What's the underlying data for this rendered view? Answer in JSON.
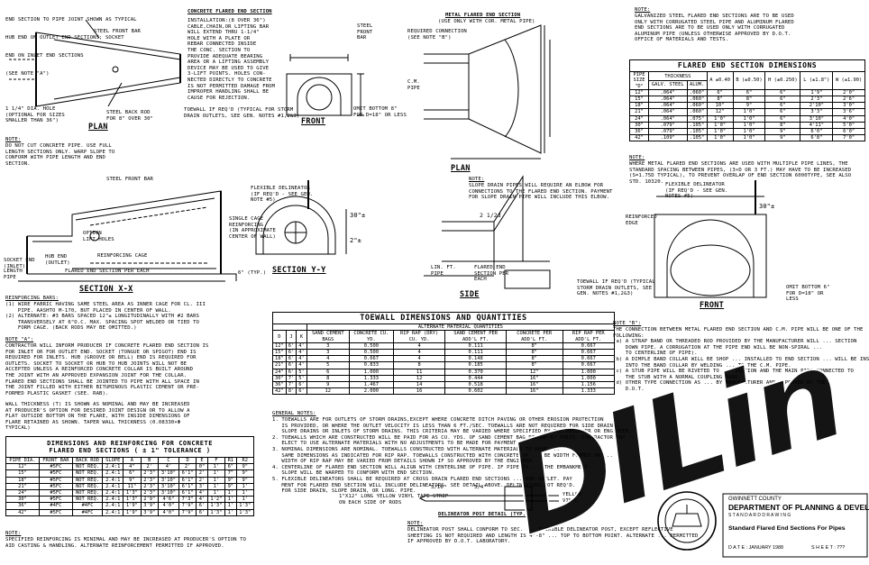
{
  "plan_left": {
    "notes": [
      "END SECTION TO PIPE JOINT SHOWN AS TYPICAL",
      "HUB END ON OUTLET END SECTIONS; SOCKET",
      "END ON INLET END SECTIONS",
      "(SEE NOTE \"A\")"
    ],
    "steel_front_bar": "STEEL FRONT BAR",
    "dia_hole": "1 1/4\" DIA. HOLE\n(OPTIONAL FOR SIZES\nSMALLER THAN 36\")",
    "steel_back_rod": "STEEL BACK ROD\nFOR 8\" OVER 30\"",
    "label": "PLAN",
    "note_heading": "NOTE:",
    "note_body": "DO NOT CUT CONCRETE PIPE. USE FULL\nLENGTH SECTIONS ONLY. WARP SLOPE TO\nCONFORM WITH PIPE LENGTH AND END\nSECTION."
  },
  "concrete_end_section": {
    "title": "CONCRETE FLARED END SECTION",
    "body": "INSTALLATION:(8 OVER 36\")\nCABLE,CHAIN,OR LIFTING BAR\nWILL EXTEND THRU 1-1/4\"\nHOLE WITH A PLATE OR\nREBAR CONNECTED INSIDE\nTHE CONC. SECTION TO\nPROVIDE ADEQUATE BEARING\nAREA OR A LIFTING ASSEMBLY\nDEVICE MAY BE USED TO GIVE\n3-LIFT POINTS. HOLES CON-\nNECTED DIRECTLY TO CONCRETE\nIS NOT PERMITTED DAMAGE FROM\nIMPROPER HANDLING SHALL BE\nCAUSE FOR REJECTION.",
    "toewall": "TOEWALL IF REQ'D (TYPICAL FOR STORM\nDRAIN OUTLETS, SEE GEN. NOTES #1,2&3)"
  },
  "front_left": {
    "label": "FRONT",
    "steel_bar": "STEEL\nFRONT\nBAR",
    "omit_bottom": "OMIT BOTTOM 8\"\nFOR D=18\" OR LESS"
  },
  "section_xx": {
    "label": "SECTION X-X",
    "steel_front_bar": "STEEL FRONT BAR",
    "option_lift": "OPTION\nLIFT HOLES",
    "reinforcing": "REINFORCING CAGE",
    "socket_end": "SOCKET END\n(INLET)",
    "hub_end": "HUB END\n(OUTLET)",
    "flared": "FLARED END SECTION PER EACH",
    "length": "LENGTH\nPIPE",
    "slope": "6\" (TYP.)"
  },
  "section_yy": {
    "label": "SECTION Y-Y",
    "delineator": "FLEXIBLE DELINEATOR\n(IF REQ'D - SEE GEN.\nNOTE #5)",
    "single_cage": "SINGLE CAGE\nREINFORCING\n(IN APPROXIMATE\nCENTER OF WALL)",
    "dim1": "30\"±",
    "dim2": "2\"±"
  },
  "reinforcing_bars": {
    "title": "REINFORCING BARS:",
    "body": "(1) WIRE FABRIC HAVING SAME STEEL AREA AS INNER CAGE FOR CL. III\n    PIPE. AASHTO M-170, BUT PLACED IN CENTER OF WALL.\n(2) ALTERNATE: #3 BARS SPACED 12\"± LONGITUDINALLY WITH #2 BARS\n    TRANSVERSELY AT 6\"O.C. MAX. SPACING SPOT WELDED OR TIED TO\n    FORM CAGE. (BACK RODS MAY BE OMITTED.)"
  },
  "note_a": {
    "title": "NOTE \"A\":",
    "body": "CONTRACTOR WILL INFORM PRODUCER IF CONCRETE FLARED END SECTION IS\nFOR INLET OR FOR OUTLET END. SOCKET (TONGUE OR SPIGOT) END IS\nREQUIRED FOR INLETS. HUB (GROOVE OR BELL) END IS REQUIRED FOR\nOUTLETS. SOCKET TO SOCKET OR HUB TO HUB JOINTS WILL NOT BE\nACCEPTED UNLESS A REINFORCED CONCRETE COLLAR IS BUILT AROUND\nTHE JOINT WITH AN APPROVED EXPANSION JOINT FOR THE COLLAR.\nFLARED END SECTIONS SHALL BE JOINTED TO PIPE WITH ALL SPACE IN\nTHE JOINT FILLED WITH EITHER BITUMINOUS PLASTIC CEMENT OR PRE-\nFORMED PLASTIC GASKET (SEE. RAB)."
  },
  "wall_thickness": {
    "body": "WALL THICKNESS (T) IS SHOWN AS NOMINAL AND MAY BE INCREASED\nAT PRODUCER'S OPTION FOR DESIRED JOINT DESIGN OR TO ALLOW A\nFLAT OUTSIDE BOTTOM ON THE FLARE, WITH INSIDE DIMENSIONS OF\nFLARE RETAINED AS SHOWN. TAPER WALL THICKNESS (0.08330×Φ\nTYPICAL)"
  },
  "dim_table": {
    "title": "DIMENSIONS AND REINFORCING FOR CONCRETE",
    "title2": "FLARED END SECTIONS  ( ± 1\" TOLERANCE )",
    "headers": [
      "PIPE DIA.",
      "FRONT BAR",
      "BACK ROD",
      "SLOPE",
      "A",
      "B",
      "C",
      "D",
      "E",
      "F",
      "R1",
      "R2"
    ],
    "rows": [
      [
        "12\"",
        "#5FC",
        "NOT REQ.",
        "2.4:1",
        "4\"",
        "2'",
        "4'",
        "2'",
        "0\"",
        "1'",
        "6\"",
        "9\""
      ],
      [
        "15\"",
        "#5FC",
        "NOT REQ.",
        "2.4:1",
        "6\"",
        "2'3\"",
        "3'10\"",
        "6'1\"",
        "2'",
        "1'",
        "7\"",
        "9\""
      ],
      [
        "18\"",
        "#5FC",
        "NOT REQ.",
        "2.4:1",
        "9\"",
        "2'3\"",
        "3'10\"",
        "6'1\"",
        "2'",
        "1'",
        "9\"",
        "9\""
      ],
      [
        "21\"",
        "#5FC",
        "NOT REQ.",
        "2.4:1",
        "11\"",
        "2'3\"",
        "3'10\"",
        "6'1\"",
        "3'",
        "1'",
        "9\"",
        "1'"
      ],
      [
        "24\"",
        "#5FC",
        "NOT REQ.",
        "2.4:1",
        "1'3\"",
        "2'3\"",
        "3'10\"",
        "6'1\"",
        "4'",
        "1'",
        "1'",
        "1'"
      ],
      [
        "30\"",
        "#5FC",
        "NOT REQ.",
        "2.4:1",
        "1'3\"",
        "2'9\"",
        "4'6\"",
        "7'3\"",
        "4'",
        "1'2\"",
        "1'",
        "1'"
      ],
      [
        "36\"",
        "#4FC",
        "#4FC",
        "2.4:1",
        "1'9\"",
        "3'9\"",
        "4'0\"",
        "7'9\"",
        "6'",
        "1'3\"",
        "1'",
        "1'3\""
      ],
      [
        "42\"",
        "#5FC",
        "#4FC",
        "2.4:1",
        "1'9\"",
        "3'9\"",
        "4'0\"",
        "7'9\"",
        "6'",
        "1'3\"",
        "1'",
        "1'3\""
      ]
    ],
    "note_heading": "NOTE:",
    "note_body": "SPECIFIED REINFORCING IS MINIMAL AND MAY BE INCREASED AT PRODUCER'S OPTION TO\nAID CASTING & HANDLING. ALTERNATE REINFORCEMENT PERMITTED IF APPROVED."
  },
  "metal_end_section": {
    "title": "METAL FLARED END SECTION",
    "subtitle": "(USE ONLY WITH COR. METAL PIPE)",
    "required_connection": "REQUIRED CONNECTION\n(SEE NOTE \"B\")",
    "cm_pipe": "C.M.\nPIPE",
    "plan_label": "PLAN"
  },
  "galv_note": {
    "heading": "NOTE:",
    "body": "GALVANIZED STEEL FLARED END SECTIONS ARE TO BE USED\nONLY WITH CORRUGATED STEEL PIPE AND ALUMINUM FLARED\nEND SECTIONS ARE TO BE USED ONLY WITH CORRUGATED\nALUMINUM PIPE (UNLESS OTHERWISE APPROVED BY D.O.T.\nOFFICE OF MATERIALS AND TESTS."
  },
  "flared_table": {
    "title": "FLARED END SECTION DIMENSIONS",
    "headers": [
      "PIPE SIZE \"D\"",
      "GALV. STEEL",
      "ALUM.",
      "A ±0.40",
      "B (±0.50)",
      "H (±0.250)",
      "L (±1.8\")",
      "W (±1.90)"
    ],
    "thickness": "THICKNESS",
    "rows": [
      [
        "12\"",
        ".064\"",
        ".060\"",
        "6\"",
        "6\"",
        "6\"",
        "1'9\"",
        "2'0\""
      ],
      [
        "15\"",
        ".064\"",
        ".060\"",
        "8\"",
        "8\"",
        "6\"",
        "2'3\"",
        "2'6\""
      ],
      [
        "18\"",
        ".064\"",
        ".060\"",
        "10\"",
        "9\"",
        "6\"",
        "2'10\"",
        "3'0\""
      ],
      [
        "21\"",
        ".064\"",
        ".060\"",
        "12\"",
        "1'0\"",
        "6\"",
        "3'3\"",
        "3'6\""
      ],
      [
        "24\"",
        ".064\"",
        ".075\"",
        "1'0\"",
        "1'0\"",
        "6\"",
        "3'10\"",
        "4'0\""
      ],
      [
        "30\"",
        ".079\"",
        ".105\"",
        "1'0\"",
        "1'0\"",
        "8\"",
        "4'11\"",
        "5'0\""
      ],
      [
        "36\"",
        ".079\"",
        ".105\"",
        "1'0\"",
        "1'0\"",
        "9\"",
        "6'0\"",
        "6'0\""
      ],
      [
        "42\"",
        ".109\"",
        ".105\"",
        "1'0\"",
        "1'0\"",
        "9\"",
        "6'8\"",
        "7'0\""
      ]
    ],
    "note_heading": "NOTE:",
    "note_body": "WHERE METAL FLARED END SECTIONS ARE USED WITH MULTIPLE PIPE LINES, THE\nSTANDARD SPACING BETWEEN PIPES, (3×D OR 3 FT.) MAY HAVE TO BE INCREASED\n(S=1.75D TYPICAL), TO PREVENT OVERLAP OF END SECTION 6000TYPE, SEE ALSO\nSTD. 10320."
  },
  "side_view": {
    "note_heading": "NOTE:",
    "note_body": "SLOPE DRAIN PIPES WILL REQUIRE AN ELBOW FOR\nCONNECTIONS TO THE FLARED END SECTION. PAYMENT\nFOR SLOPE DRAIN PIPE WILL INCLUDE THIS ELBOW.",
    "label": "SIDE",
    "lin_ft": "LIN. FT.\nPIPE",
    "flared_section": "FLARED END\nSECTION PER\nEACH",
    "toewall": "TOEWALL IF REQ'D (TYPICAL\nSTORM DRAIN OUTLETS, SEE\nGEN. NOTES #1,2&3)",
    "slope": "2 1/2d"
  },
  "front_right": {
    "label": "FRONT",
    "delineator": "FLEXIBLE DELINEATOR\n(IF REQ'D - SEE GEN.\nNOTES #5)",
    "reinforced_edge": "REINFORCED\nEDGE",
    "omit_bottom": "OMIT BOTTOM 6\"\nFOR D=18\" OR\nLESS",
    "dim": "30\"±"
  },
  "toewall_table": {
    "title": "TOEWALL DIMENSIONS AND QUANTITIES",
    "alt_heading": "ALTERNATE MATERIAL QUANTITIES",
    "headers": [
      "D",
      "J",
      "K",
      "SAND CEMENT BAGS",
      "CONCRETE CU. YD.",
      "RIP RAP (DRY) CU. YD.",
      "SAND CEMENT PER ADD'L FT.",
      "CONCRETE PER ADD'L FT.",
      "RIP RAP PER ADD'L FT."
    ],
    "rows": [
      [
        "12\"",
        "6'",
        "4'",
        "3",
        "0.500",
        "4",
        "0.111",
        "8\"",
        "0.667"
      ],
      [
        "15\"",
        "6'",
        "4'",
        "3",
        "0.500",
        "4",
        "0.111",
        "8\"",
        "0.667"
      ],
      [
        "18\"",
        "6'",
        "4'",
        "4",
        "0.667",
        "4",
        "0.148",
        "8\"",
        "0.667"
      ],
      [
        "21\"",
        "6'",
        "4'",
        "5",
        "0.833",
        "8",
        "0.185",
        "8\"",
        "0.667"
      ],
      [
        "24\"",
        "6'",
        "5'",
        "6",
        "1.000",
        "11",
        "0.370",
        "12\"",
        "1.000"
      ],
      [
        "30\"",
        "7'",
        "5'",
        "8",
        "1.333",
        "12",
        "0.444",
        "16\"",
        "1.000"
      ],
      [
        "36\"",
        "7'",
        "6'",
        "9",
        "1.467",
        "14",
        "0.518",
        "16\"",
        "1.156"
      ],
      [
        "42\"",
        "8'",
        "6'",
        "12",
        "2.000",
        "16",
        "0.602",
        "16\"",
        "1.333"
      ]
    ]
  },
  "note_b": {
    "title": "NOTE \"B\":",
    "body": "THE CONNECTION BETWEEN METAL FLARED END SECTION AND C.M. PIPE WILL BE ONE OF THE\nFOLLOWING:\n(a) A STRAP BAND OR THREADED ROD PROVIDED BY THE MANUFACTURER WILL ... SECTION\n    DOWN PIPE. A CORRUGATION AT THE PIPE END WILL BE NON-SPIRAL ...\n    TO CENTERLINE OF PIPE).\n(b) A DIMPLE BAND COLLAR WILL BE SHOP ... INSTALLED TO END SECTION ... WILL BE INSTALLED\n    INTO THE BAND COLLAR BY WELDING ... TO THE C.M. PIPE.\n(c) A STUB PIPE WILL BE RIVETED TO ... SECTION AND THE MAIN PIPE CONNECTED TO\n    THE STUB WITH A NORMAL COUPLING BAND.\n(d) OTHER TYPE CONNECTION AS ... BY MANUFACTURER AND APPROVED BY THE\n    D.O.T."
  },
  "general_notes": {
    "title": "GENERAL NOTES:",
    "body": "1. TOEWALLS ARE FOR OUTLETS OF STORM DRAINS,EXCEPT WHERE CONCRETE DITCH PAVING OR OTHER EROSION PROTECTION\n   IS PROVIDED, OR WHERE THE OUTLET VELOCITY IS LESS THAN 6 FT./SEC. TOEWALLS ARE NOT REQUIRED FOR SIDE DRAINS,\n   SLOPE DRAINS OR INLETS OF STORM DRAINS. THIS CRITERIA MAY BE VARIED WHERE SPECIFIED BY THE DESIGNER OR ENGINEER.\n2. TOEWALLS WHICH ARE CONSTRUCTED WILL BE PAID FOR AS CU. YDS. OF SAND CEMENT BAG RIPRAP 6\" THICK. CONTRACTOR MAY\n   ELECT TO USE ALTERNATE MATERIALS WITH NO ADJUSTMENTS TO BE MADE FOR PAYMENT.\n3. NOMINAL DIMENSIONS ARE NOMINAL. TOEWALLS CONSTRUCTED WITH ALTERNATE MATERIALS TO HAVE ...\n   SAME DIMENSIONS AS INDICATED FOR RIP RAP. TOEWALLS CONSTRUCTED WITH CONCRETE OR ... BE WIDTH FORMED OR ...\n   WIDTH OF RIP RAP MAY BE VARIED FROM DETAILS SHOWN IF SO APPROVED BY THE ENGINEER.\n4. CENTERLINE OF FLARED END SECTION WILL ALIGN WITH CENTERLINE OF PIPE. IF PIPE IS ... THE EMBANKMENT\n   SLOPE WILL BE WARPED TO CONFORM WITH END SECTION.\n5. FLEXIBLE DELINEATORS SHALL BE REQUIRED AT CROSS DRAIN FLARED END SECTIONS ... AND OUTLET. PAY\n   MENT FOR FLARED END SECTION WILL INCLUDE DELINEATORS. SEE DETAIL ABOVE. DELINEATORS NOT REQ'D.\n   FOR SIDE DRAIN, SLOPE DRAIN, OR LONG. PIPE."
  },
  "delineator_detail": {
    "tape": "1\"X12\" LONG YELLOW VINYL TAPE STRIP\nON EACH SIDE OF RODS",
    "yellow_vinyl": "YELLOW\nVINYL",
    "label": "DELINEATOR POST DETAIL (TYP.)",
    "dim1": "3/16\"",
    "dim2": "3/4\"",
    "note_heading": "NOTE:",
    "note_body": "DELINEATOR POST SHALL CONFORM TO SEC. ... FLEXIBLE DELINEATOR POST, EXCEPT REFLECTIVE\nSHEETING IS NOT REQUIRED AND LENGTH IS 4'-8\" ... TOP TO BOTTOM POINT. ALTERNATE ... PERMITTED\nIF APPROVED BY D.O.T. LABORATORY."
  },
  "title_block": {
    "county": "GWINNETT COUNTY",
    "dept": "DEPARTMENT OF PLANNING & DEVELOPMENT",
    "sub": "S T A N D A R D          D R A W I N G",
    "title": "Standard Flared End Sections For Pipes",
    "date": "D A T E :  JANUARY 1988",
    "sheet": "S H E E T :  7??"
  },
  "watermark": {
    "text": "DILin"
  }
}
